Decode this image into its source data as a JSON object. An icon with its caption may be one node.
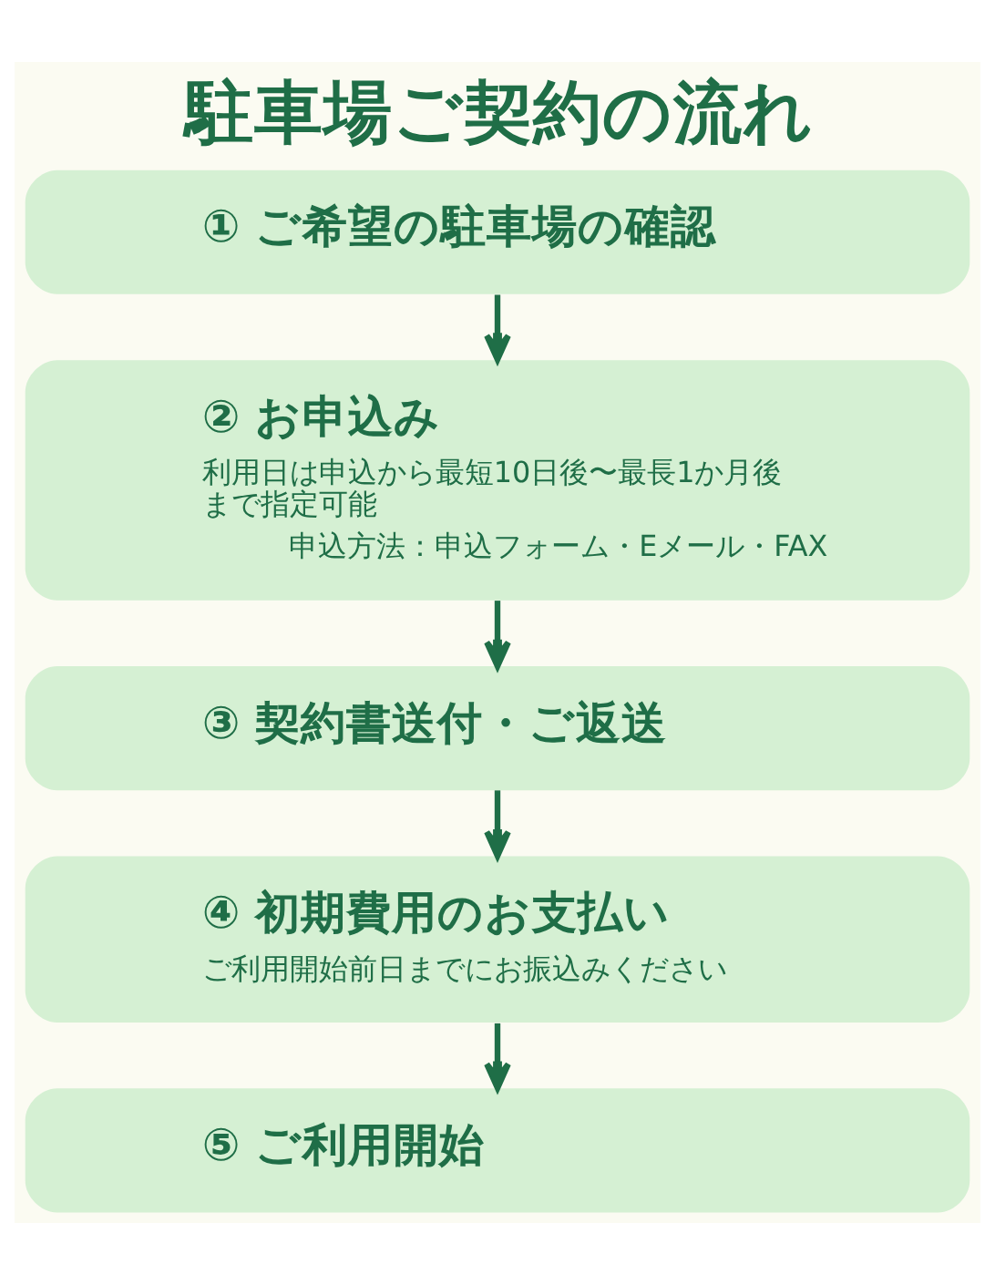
{
  "diagram": {
    "title": "駐車場ご契約の流れ",
    "nodes": [
      {
        "text": [
          "① ご希望の駐車場の確認"
        ]
      },
      {
        "text": [
          "② お申込み",
          "利用日は申込から最短10日後〜最長1か月後まで指定可能",
          "申込方法：申込フォーム・Eメール・FAX"
        ]
      },
      {
        "text": [
          "③ 契約書送付・ご返送"
        ]
      },
      {
        "text": [
          "④ 初期費用のお支払い",
          "ご利用開始前日までにお振込みください"
        ]
      },
      {
        "text": [
          "⑤ ご利用開始"
        ]
      }
    ],
    "edges": [
      {
        "from": 0,
        "to": 1,
        "arrow": "to"
      },
      {
        "from": 1,
        "to": 2,
        "arrow": "to"
      },
      {
        "from": 2,
        "to": 3,
        "arrow": "to"
      },
      {
        "from": 3,
        "to": 4,
        "arrow": "to"
      }
    ]
  }
}
